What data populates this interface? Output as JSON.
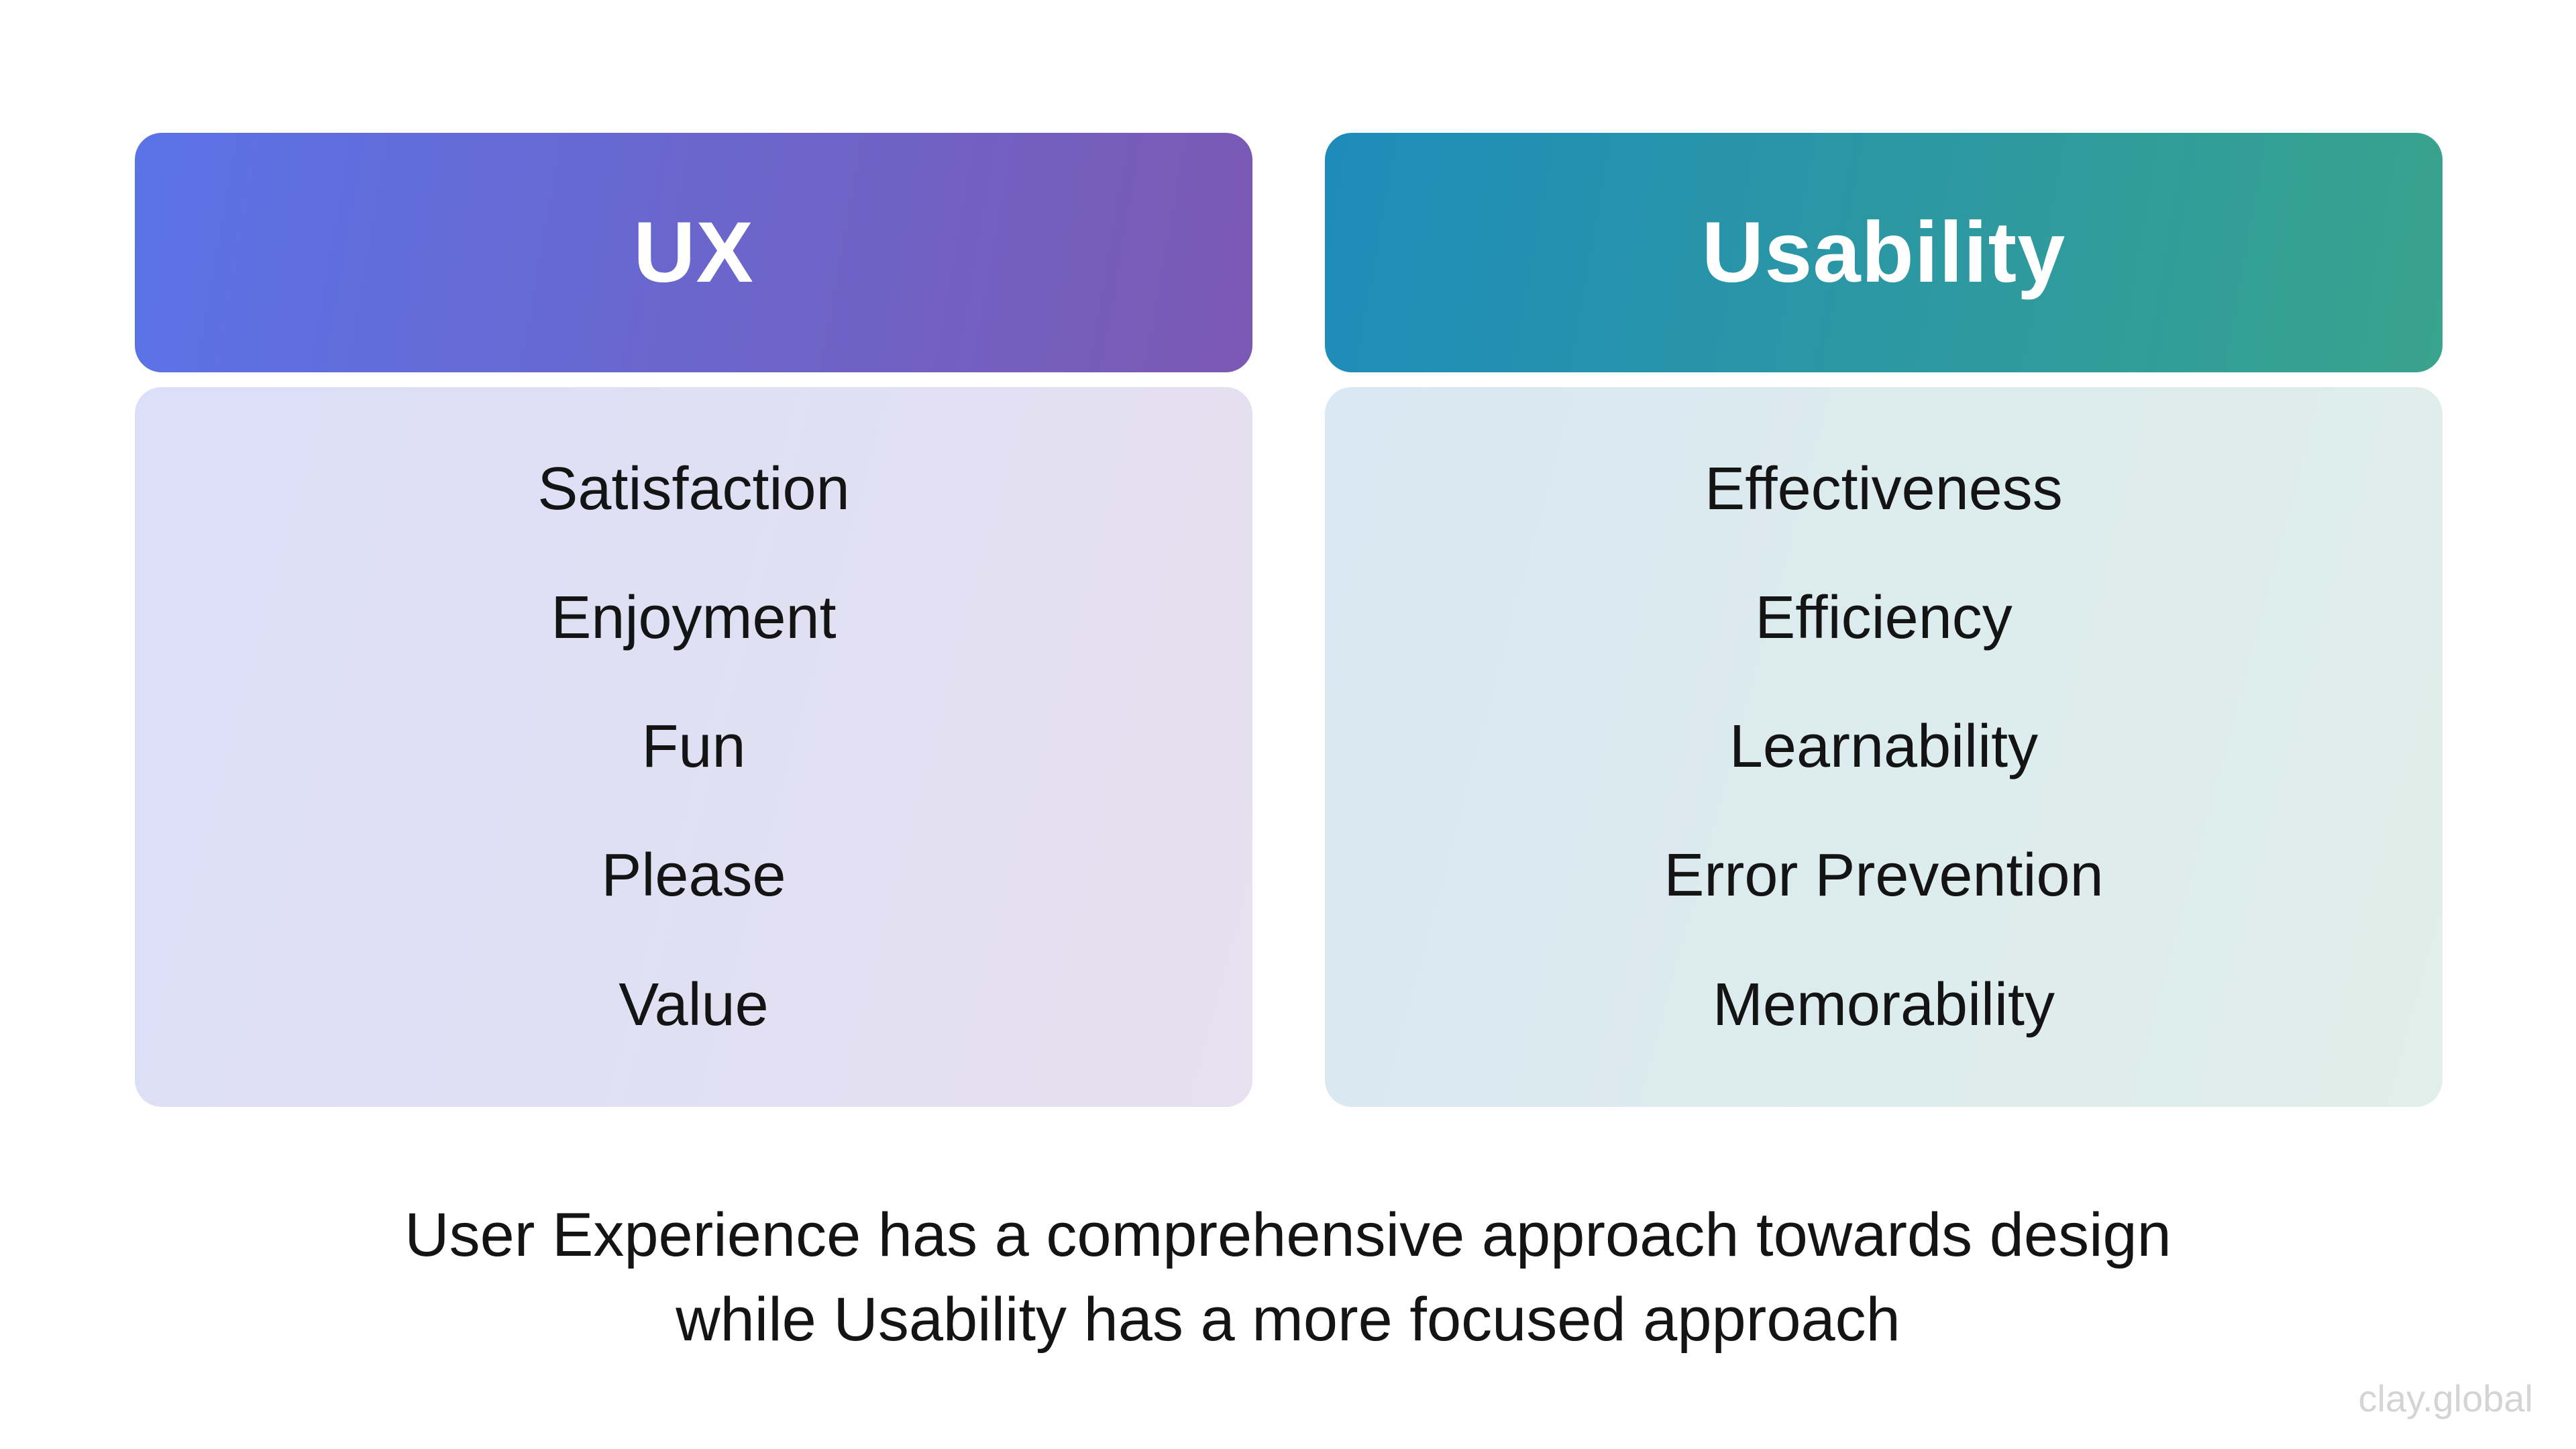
{
  "page": {
    "background": "#FFFFFF",
    "text_color": "#141414",
    "watermark": "clay.global",
    "watermark_color": "#D4D4D4"
  },
  "columns": [
    {
      "title": "UX",
      "header_gradient": [
        "#5A73E7",
        "#7B59B3"
      ],
      "body_gradient": [
        "#DBDFF8",
        "#E6E0EF"
      ],
      "items": [
        "Satisfaction",
        "Enjoyment",
        "Fun",
        "Please",
        "Value"
      ]
    },
    {
      "title": "Usability",
      "header_gradient": [
        "#1E8CBA",
        "#39A38D"
      ],
      "body_gradient": [
        "#D9E8F2",
        "#E0EFE9"
      ],
      "items": [
        "Effectiveness",
        "Efficiency",
        "Learnability",
        "Error Prevention",
        "Memorability"
      ]
    }
  ],
  "caption": {
    "line1": "User Experience has a comprehensive approach towards design",
    "line2": "while Usability has a more focused approach"
  }
}
